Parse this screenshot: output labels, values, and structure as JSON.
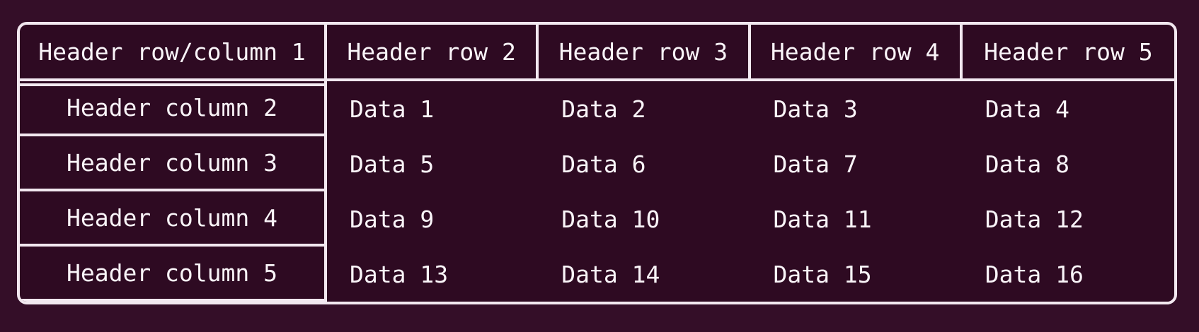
{
  "table": {
    "corner_header": "Header row/column 1",
    "top_headers": [
      "Header row 2",
      "Header row 3",
      "Header row 4",
      "Header row 5"
    ],
    "left_headers": [
      "Header column 2",
      "Header column 3",
      "Header column 4",
      "Header column 5"
    ],
    "data": [
      [
        "Data 1",
        "Data 2",
        "Data 3",
        "Data 4"
      ],
      [
        "Data 5",
        "Data 6",
        "Data 7",
        "Data 8"
      ],
      [
        "Data 9",
        "Data 10",
        "Data 11",
        "Data 12"
      ],
      [
        "Data 13",
        "Data 14",
        "Data 15",
        "Data 16"
      ]
    ]
  },
  "colors": {
    "page_background": "#340e28",
    "table_background": "#2e0a22",
    "border": "#f2e8f0",
    "text": "#f9f4f8"
  }
}
